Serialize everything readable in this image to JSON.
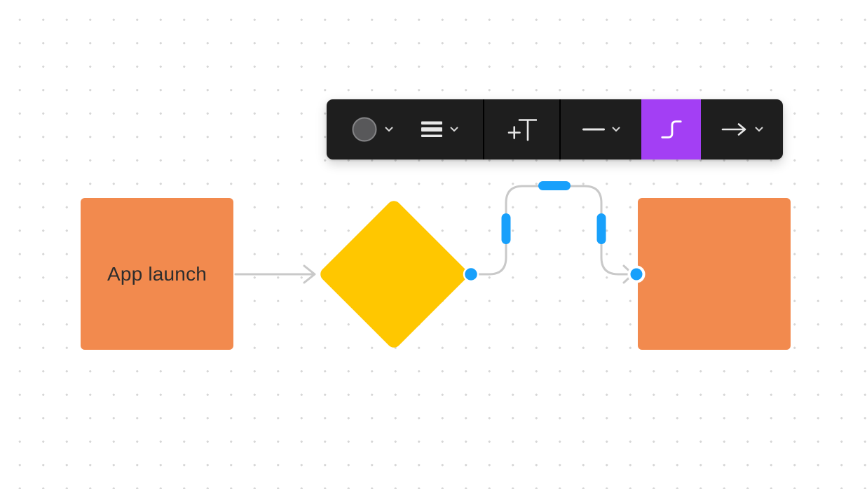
{
  "colors": {
    "canvas-bg": "#FFFFFF",
    "dot": "#D7D7D7",
    "toolbar-bg": "#1E1E1E",
    "toolbar-separator": "#000000",
    "toolbar-icon": "#E8E8E8",
    "chevron": "#D6D6D6",
    "active-purple": "#A33FF4",
    "swatch-fill": "#58585A",
    "swatch-ring": "#858587",
    "node-orange": "#F28A4E",
    "node-yellow": "#FFC700",
    "node-text": "#2D2D2D",
    "connector-gray": "#C9C9C9",
    "selection-blue": "#18A0FB",
    "handle-ring": "#FFFFFF"
  },
  "toolbar": {
    "buttons": [
      {
        "name": "fill-color",
        "icon": "color-swatch",
        "dropdown": true,
        "active": false
      },
      {
        "name": "stroke-weight",
        "icon": "stroke-weight-lines",
        "dropdown": true,
        "active": false
      },
      {
        "name": "add-text",
        "icon": "plus-T",
        "dropdown": false,
        "active": false
      },
      {
        "name": "line-type",
        "icon": "straight-line",
        "dropdown": true,
        "active": false
      },
      {
        "name": "connector-elbow",
        "icon": "step-curve",
        "dropdown": false,
        "active": true
      },
      {
        "name": "arrow-endpoint",
        "icon": "arrow-right",
        "dropdown": true,
        "active": false
      }
    ]
  },
  "nodes": {
    "start_rect": {
      "shape": "rectangle",
      "label": "App launch"
    },
    "decision_diamond": {
      "shape": "diamond",
      "label": ""
    },
    "end_rect": {
      "shape": "rectangle",
      "label": ""
    }
  },
  "connectors": [
    {
      "from": "start_rect",
      "to": "decision_diamond",
      "style": "straight",
      "arrowhead": "open"
    },
    {
      "from": "decision_diamond",
      "to": "end_rect",
      "style": "elbow",
      "arrowhead": "open",
      "selected": true,
      "handles": 3
    }
  ]
}
